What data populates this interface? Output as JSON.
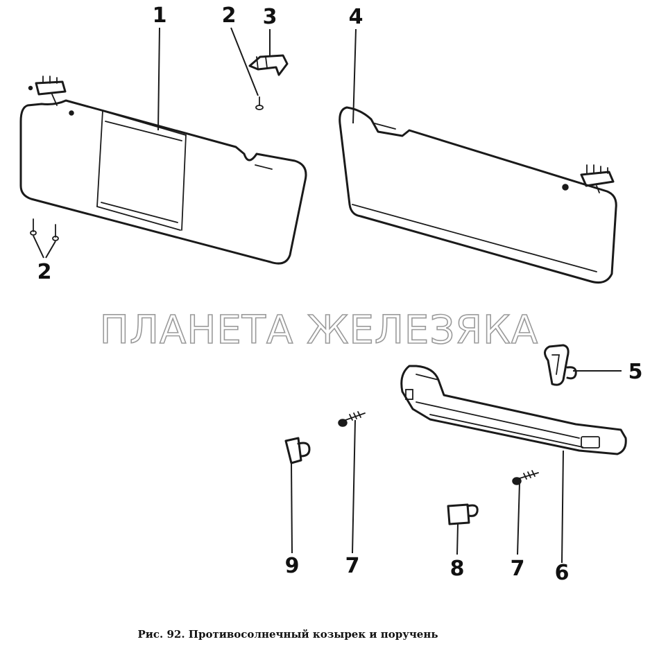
{
  "callouts": {
    "c1": "1",
    "c2_top": "2",
    "c3": "3",
    "c4": "4",
    "c2_left": "2",
    "c5": "5",
    "c9": "9",
    "c7_left": "7",
    "c8": "8",
    "c7_right": "7",
    "c6": "6"
  },
  "watermark": "ПЛАНЕТА ЖЕЛЕЗЯКА",
  "caption": "Рис. 92. Противосолнечный козырек и поручень"
}
